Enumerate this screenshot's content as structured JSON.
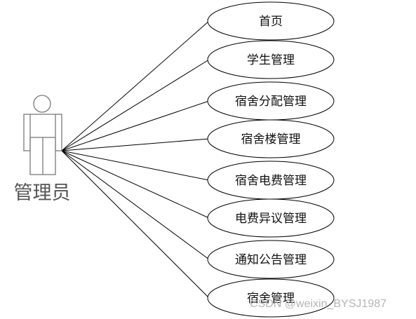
{
  "actor": {
    "label": "管理员"
  },
  "use_cases": [
    {
      "label": "首页"
    },
    {
      "label": "学生管理"
    },
    {
      "label": "宿舍分配管理"
    },
    {
      "label": "宿舍楼管理"
    },
    {
      "label": "宿舍电费管理"
    },
    {
      "label": "电费异议管理"
    },
    {
      "label": "通知公告管理"
    },
    {
      "label": "宿舍管理"
    }
  ],
  "watermark": "CSDN @weixin_BYSJ1987",
  "colors": {
    "line": "#000000",
    "actor_stroke": "#7a7a7a",
    "background": "#ffffff"
  }
}
